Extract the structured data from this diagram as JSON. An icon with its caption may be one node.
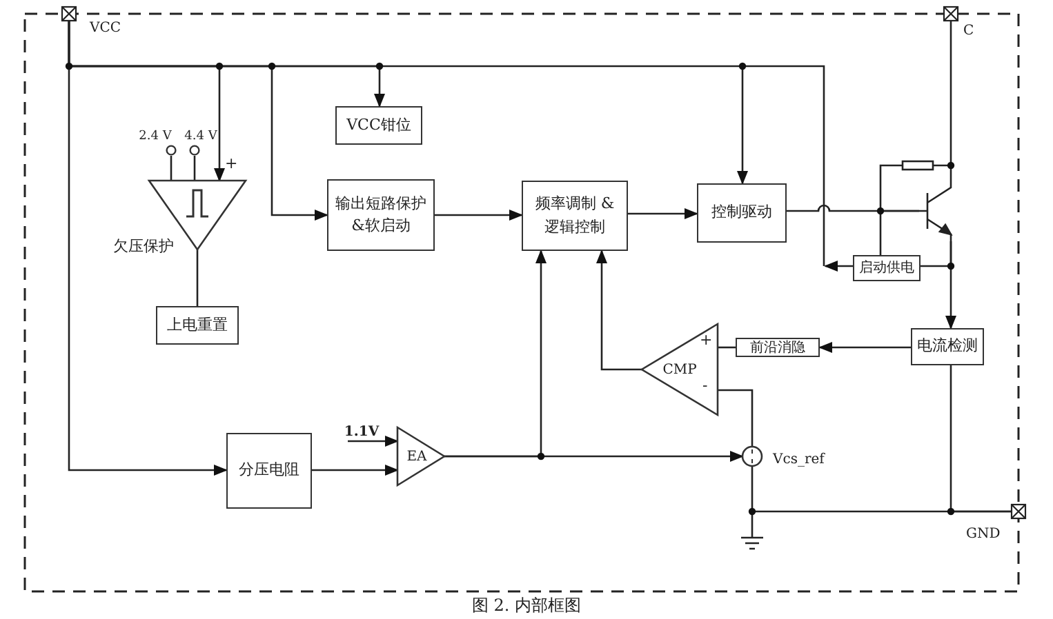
{
  "diagram": {
    "caption": "图 2. 内部框图",
    "nodes": [
      {
        "text": [],
        "shape": "terminal",
        "beside": [
          "VCC"
        ]
      },
      {
        "text": [
          "VCC钳位"
        ]
      },
      {
        "text": [
          "2.4 V"
        ]
      },
      {
        "text": [
          "4.4 V"
        ]
      },
      {
        "text": [],
        "shape": "triangle",
        "beside": [
          "欠压保护"
        ]
      },
      {
        "text": [
          "输出短路保护 &软启动"
        ]
      },
      {
        "text": [
          "频率调制 &逻辑控制"
        ]
      },
      {
        "text": [],
        "shape": "terminal",
        "beside": [
          "C"
        ]
      },
      {
        "text": [
          "控制驱动"
        ]
      },
      {
        "text": [],
        "shape": "transistor"
      },
      {
        "text": [
          "启动供电"
        ]
      },
      {
        "text": [
          "上电重置"
        ]
      },
      {
        "text": [
          "前沿消隐"
        ]
      },
      {
        "text": [
          "CMP"
        ]
      },
      {
        "text": [
          "电流检测"
        ]
      },
      {
        "text": [
          "1.1V"
        ]
      },
      {
        "text": [
          "EA"
        ]
      },
      {
        "text": [
          "分压电阻"
        ]
      },
      {
        "text": [],
        "shape": "circle",
        "beside": [
          "Vcs_ref"
        ]
      },
      {
        "text": [],
        "shape": "terminal",
        "beside": [
          "GND"
        ]
      }
    ],
    "edges": [
      {
        "from": 0,
        "to": 1,
        "arrow": "to"
      },
      {
        "from": 0,
        "to": 4,
        "arrow": "to"
      },
      {
        "from": 0,
        "to": 5,
        "arrow": "to"
      },
      {
        "from": 0,
        "to": 8,
        "arrow": "to"
      },
      {
        "from": 0,
        "to": 17,
        "arrow": "to"
      },
      {
        "from": 10,
        "to": null,
        "arrow": "to"
      },
      {
        "from": 2,
        "to": 4,
        "arrow": "none"
      },
      {
        "from": 3,
        "to": 4,
        "arrow": "none"
      },
      {
        "from": 4,
        "to": 11,
        "arrow": "none"
      },
      {
        "from": 5,
        "to": 6,
        "arrow": "to"
      },
      {
        "from": 6,
        "to": 8,
        "arrow": "to"
      },
      {
        "from": 8,
        "to": 9,
        "arrow": "none"
      },
      {
        "from": 7,
        "to": 9,
        "arrow": "none"
      },
      {
        "from": 9,
        "to": 10,
        "arrow": "none"
      },
      {
        "from": 10,
        "to": 9,
        "arrow": "none"
      },
      {
        "from": 9,
        "to": 14,
        "arrow": "to"
      },
      {
        "from": 14,
        "to": 12,
        "arrow": "to"
      },
      {
        "from": 12,
        "to": 13,
        "arrow": "none"
      },
      {
        "from": 13,
        "to": 6,
        "arrow": "to"
      },
      {
        "from": 16,
        "to": 6,
        "arrow": "to"
      },
      {
        "from": 16,
        "to": 18,
        "arrow": "to"
      },
      {
        "from": 18,
        "to": 13,
        "arrow": "none"
      },
      {
        "from": 18,
        "to": 19,
        "arrow": "none"
      },
      {
        "from": 14,
        "to": 19,
        "arrow": "none"
      },
      {
        "from": 15,
        "to": 16,
        "arrow": "to"
      },
      {
        "from": 17,
        "to": 16,
        "arrow": "to"
      }
    ],
    "labels": [
      "+",
      "+",
      "-"
    ]
  }
}
